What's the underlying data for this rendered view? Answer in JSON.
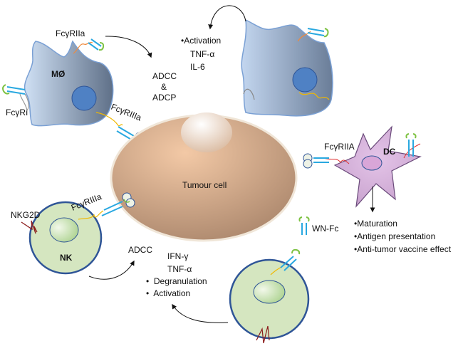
{
  "cells": {
    "macrophage": {
      "label": "MØ",
      "receptors": [
        "FcγRIIa",
        "FcγRI",
        "FcγRIIIa"
      ]
    },
    "activated_macrophage": {
      "effects": [
        "•Activation",
        "TNF-α",
        "IL-6"
      ]
    },
    "tumour": {
      "label": "Tumour cell"
    },
    "dendritic": {
      "label": "DC",
      "receptor": "FcγRIIA",
      "effects": [
        "•Maturation",
        "•Antigen  presentation",
        "•Anti-tumor vaccine effect"
      ]
    },
    "nk": {
      "label": "NK",
      "receptors": [
        "NKG2D",
        "FcγRIIIa"
      ],
      "mechanism": "ADCC",
      "effects": [
        "IFN-γ",
        "TNF-α",
        "•  Degranulation",
        "•  Activation"
      ]
    }
  },
  "macrophage_mechanisms": [
    "ADCC",
    "&",
    "ADCP"
  ],
  "legend": {
    "label": "WN-Fc"
  },
  "colors": {
    "antibody": "#29a8e0",
    "antigen_binding": "#7dc242",
    "tumour": "#d4a886",
    "macrophage": "#9db8dc",
    "dc": "#c9a3cf",
    "nk": "#d5e6c0",
    "outline": "#2f5597"
  }
}
